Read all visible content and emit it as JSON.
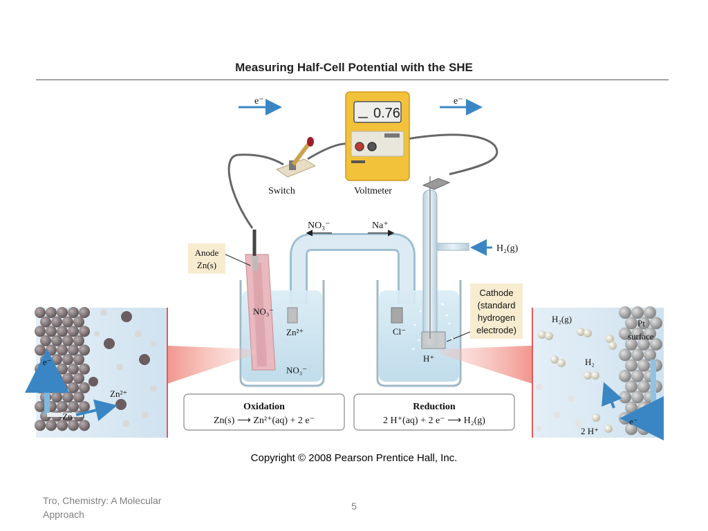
{
  "slide": {
    "title": "Measuring Half-Cell Potential with the SHE",
    "copyright": "Copyright © 2008 Pearson Prentice Hall, Inc.",
    "footer": "Tro, Chemistry: A Molecular Approach",
    "page_number": "5"
  },
  "diagram": {
    "electron_left": "e⁻",
    "electron_right": "e⁻",
    "voltmeter_reading": "0.76",
    "switch_label": "Switch",
    "voltmeter_label": "Voltmeter",
    "no3_bridge": "NO₃⁻",
    "na_bridge": "Na⁺",
    "h2_gas_inlet": "H₂(g)",
    "anode_label_line1": "Anode",
    "anode_label_line2": "Zn(s)",
    "cathode_label_line1": "Cathode",
    "cathode_label_line2": "(standard",
    "cathode_label_line3": "hydrogen",
    "cathode_label_line4": "electrode)",
    "no3_left_beaker_top": "NO₃⁻",
    "zn2_left_beaker": "Zn²⁺",
    "no3_left_beaker_bottom": "NO₃⁻",
    "cl_right_beaker": "Cl⁻",
    "h_right_beaker": "H⁺",
    "oxidation_title": "Oxidation",
    "oxidation_eq": "Zn(s)  ⟶  Zn²⁺(aq)  +  2 e⁻",
    "reduction_title": "Reduction",
    "reduction_eq": "2 H⁺(aq)  +  2 e⁻  ⟶  H₂(g)",
    "zoom_left_e": "e⁻",
    "zoom_left_zn2": "Zn²⁺",
    "zoom_left_zn": "Zn",
    "zoom_right_h2g": "H₂(g)",
    "zoom_right_pt1": "Pt",
    "zoom_right_pt2": "surface",
    "zoom_right_h2": "H₂",
    "zoom_right_e": "e⁻",
    "zoom_right_2h": "2 H⁺"
  },
  "colors": {
    "arrow_blue": "#3a86c4",
    "voltmeter_yellow": "#f2c23a",
    "solution_blue": "#cfe5f1",
    "zinc_pink": "#e9b9bf",
    "label_box": "#f7ecd0",
    "zoom_red": "#e05a5a"
  }
}
